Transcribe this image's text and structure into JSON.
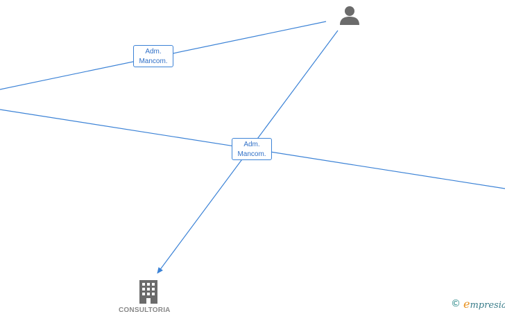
{
  "colors": {
    "edge": "#3b82d6",
    "icon": "#6b6b6b",
    "label_text": "#2f6fc7"
  },
  "edges": {
    "label_top": {
      "line1": "Adm.",
      "line2": "Mancom."
    },
    "label_center": {
      "line1": "Adm.",
      "line2": "Mancom."
    }
  },
  "nodes": {
    "person": {
      "icon": "person-icon"
    },
    "company": {
      "icon": "building-icon",
      "label": "CONSULTORIA"
    }
  },
  "brand": {
    "copyright": "©",
    "first_letter": "e",
    "rest": "mpresia"
  }
}
